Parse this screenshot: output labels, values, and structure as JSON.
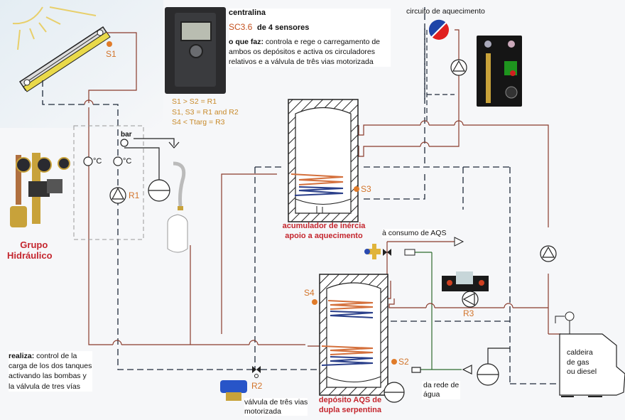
{
  "controller": {
    "title": "centralina",
    "model": "SC3.6",
    "model_suffix": "de 4 sensores",
    "what_label": "o que faz:",
    "what_text": "controla e rege o carregamento de ambos os depósitos e activa os circuladores relativos e a válvula de três vias motorizada",
    "rules": [
      "S1 > S2 = R1",
      "S1, S3 = R1 and R2",
      "S4 < Ttarg = R3"
    ]
  },
  "hydraulic_group": {
    "title_line1": "Grupo",
    "title_line2": "Hidráulico",
    "pressure_label": "bar",
    "temp_label_left": "°C",
    "temp_label_right": "°C",
    "pump_label": "R1"
  },
  "realiza": {
    "label": "realiza:",
    "text": "control de la carga de los dos tanques activando las bombas y la válvula de tres vías"
  },
  "sensors": {
    "s1": "S1",
    "s2": "S2",
    "s3": "S3",
    "s4": "S4"
  },
  "relays": {
    "r2": "R2",
    "r3": "R3"
  },
  "heating_circuit": {
    "label": "circuito de aquecimento"
  },
  "buffer_tank": {
    "line1": "acumulador de inércia",
    "line2": "apoio a aquecimento"
  },
  "dhw_tank": {
    "line1": "depósito AQS de",
    "line2": "dupla serpentina"
  },
  "dhw_outlet": {
    "label": "à consumo de AQS"
  },
  "water_inlet": {
    "line1": "da rede de",
    "line2": "água"
  },
  "three_way_valve": {
    "line1": "válvula de três vias",
    "line2": "motorizada"
  },
  "boiler": {
    "line1": "caldeira",
    "line2": "de gas",
    "line3": "ou diesel"
  },
  "colors": {
    "hot_pipe": "#8a3b2c",
    "cold_pipe": "#1f2a3a",
    "water_pipe": "#2e6b2e",
    "sensor": "#e07b2a",
    "label_red": "#c4262e",
    "rule_text": "#c88a2a",
    "coil_hot": "#d4703c",
    "coil_cold": "#2a3f8a"
  }
}
